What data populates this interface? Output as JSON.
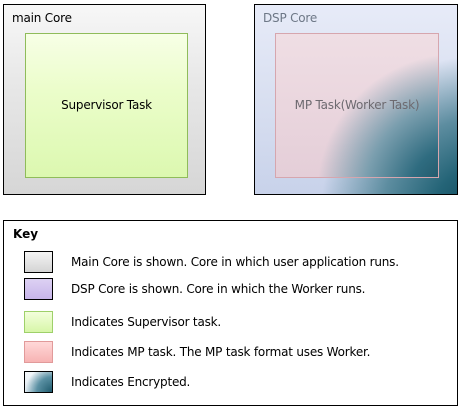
{
  "main_core": {
    "title": "main Core",
    "task_label": "Supervisor Task"
  },
  "dsp_core": {
    "title": "DSP Core",
    "task_label": "MP Task(Worker Task)"
  },
  "key": {
    "title": "Key",
    "items": [
      {
        "swatch": "main-core-color",
        "label": "Main Core is shown. Core in which user application runs."
      },
      {
        "swatch": "dsp-core-color",
        "label": "DSP Core is shown. Core in which the Worker runs."
      },
      {
        "swatch": "supervisor-task-color",
        "label": "Indicates Supervisor task."
      },
      {
        "swatch": "mp-task-color",
        "label": "Indicates MP task. The MP task format uses Worker."
      },
      {
        "swatch": "encrypted-gradient",
        "label": "Indicates Encrypted."
      }
    ]
  },
  "colors": {
    "main_core": "#dcdcdc",
    "dsp_core": "#d0d8ee",
    "supervisor_task": "#e6fbc0",
    "mp_task": "#f7baba",
    "key_dsp_swatch": "#cfc0ee",
    "encrypted": "#1f5a6c"
  }
}
